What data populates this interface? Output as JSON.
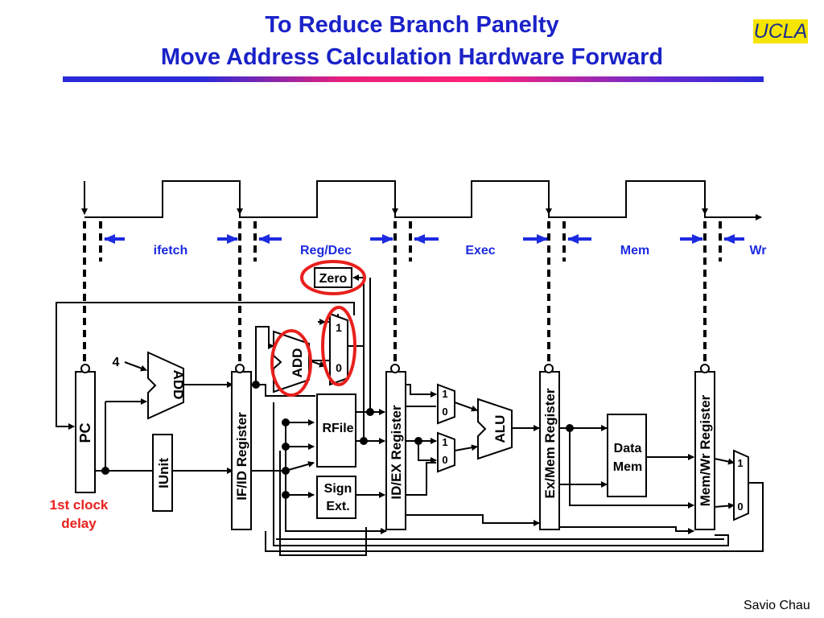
{
  "slide": {
    "title_line1": "To Reduce Branch Panelty",
    "title_line2": "Move Address Calculation Hardware Forward",
    "logo": "UCLA",
    "author": "Savio Chau"
  },
  "colors": {
    "title": "#1a22c8",
    "accent_red": "#e8201c",
    "pipeline_arrow": "#1c2ae0",
    "logo_bg": "#f5e500"
  },
  "stages": [
    "ifetch",
    "Reg/Dec",
    "Exec",
    "Mem",
    "Wr"
  ],
  "blocks": {
    "pc": "PC",
    "add1": "ADD",
    "add2": "ADD",
    "iunit": "IUnit",
    "if_id": "IF/ID Register",
    "rfile": "RFile",
    "sign": "Sign",
    "ext": "Ext.",
    "zero": "Zero",
    "id_ex": "ID/EX Register",
    "alu": "ALU",
    "ex_mem": "Ex/Mem Register",
    "data": "Data",
    "mem": "Mem",
    "mem_wr": "Mem/Wr Register"
  },
  "constants": {
    "four": "4"
  },
  "mux_labels": {
    "one": "1",
    "zero": "0"
  },
  "annotation": {
    "line1": "1st clock",
    "line2": "delay"
  }
}
